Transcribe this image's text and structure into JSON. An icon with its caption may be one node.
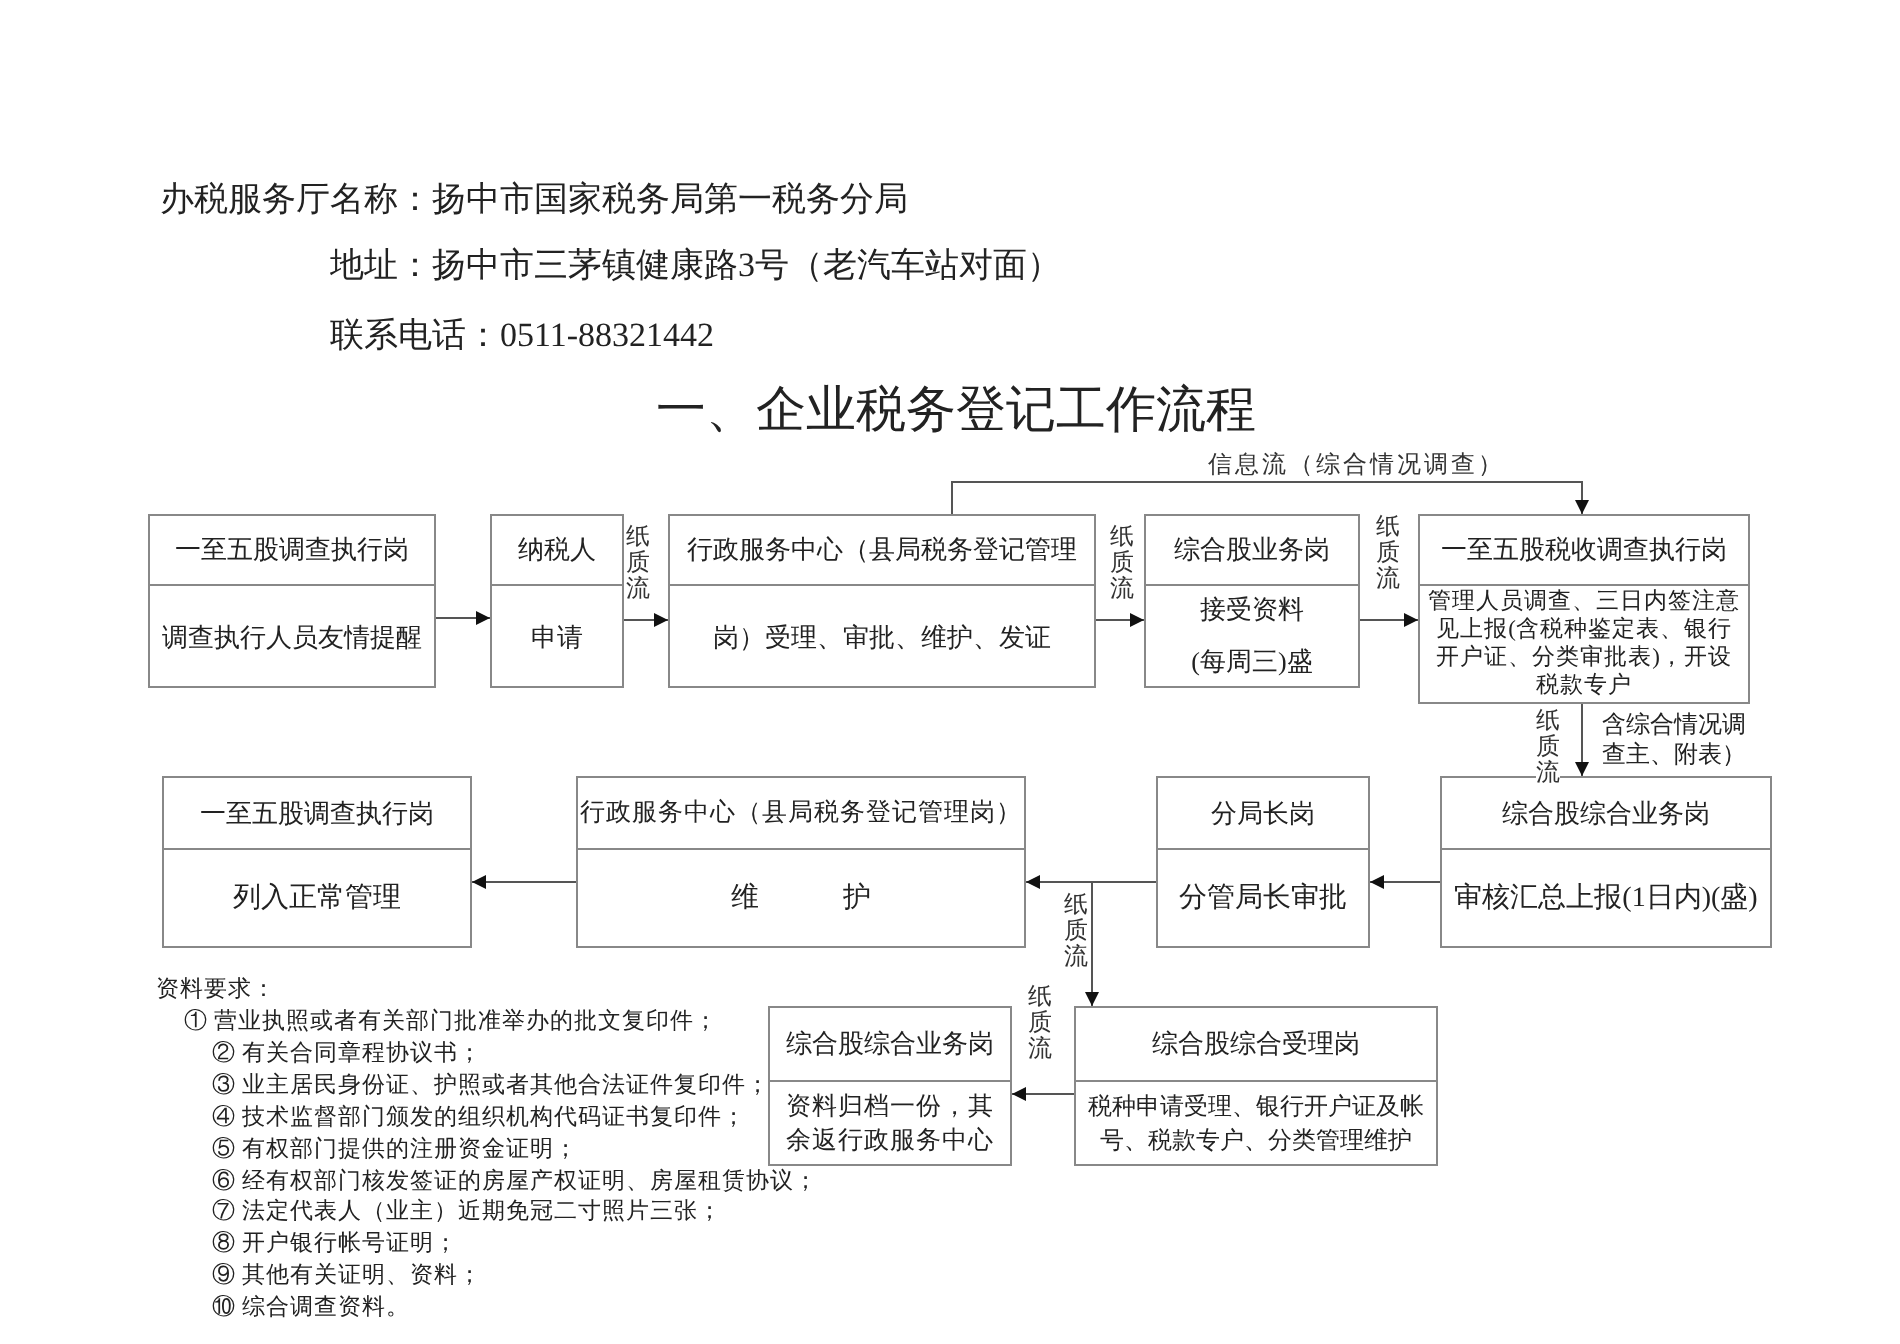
{
  "diagram": {
    "title": "一、企业税务登记工作流程",
    "nodes": [
      {
        "text": [
          "一至五股调查执行岗",
          "调查执行人员友情提醒"
        ]
      },
      {
        "text": [
          "纳税人",
          "申请"
        ]
      },
      {
        "text": [
          "行政服务中心（县局税务登记管理",
          "岗）受理、审批、维护、发证"
        ]
      },
      {
        "text": [
          "综合股业务岗",
          "接受资料(每周三)盛"
        ]
      },
      {
        "text": [
          "一至五股税收调查执行岗",
          "管理人员调查、三日内签注意见上报(含税种鉴定表、银行开户证、分类审批表)，开设税款专户"
        ]
      },
      {
        "text": [
          "一至五股调查执行岗",
          "列入正常管理"
        ]
      },
      {
        "text": [
          "行政服务中心（县局税务登记管理岗）",
          "维　　　护"
        ]
      },
      {
        "text": [
          "分局长岗",
          "分管局长审批"
        ]
      },
      {
        "text": [
          "综合股综合业务岗",
          "审核汇总上报(1日内)(盛)"
        ]
      },
      {
        "text": [
          "综合股综合业务岗",
          "资料归档一份，其余返行政服务中心"
        ]
      },
      {
        "text": [
          "综合股综合受理岗",
          "税种申请受理、银行开户证及帐号、税款专户、分类管理维护"
        ]
      }
    ],
    "edges": [
      {
        "from": 0,
        "to": 1,
        "arrow": "to"
      },
      {
        "from": 1,
        "to": 2,
        "arrow": "to",
        "label": "纸质流"
      },
      {
        "from": 2,
        "to": 3,
        "arrow": "to",
        "label": "纸质流"
      },
      {
        "from": 3,
        "to": 4,
        "arrow": "to",
        "label": "纸质流"
      },
      {
        "from": 2,
        "to": 4,
        "arrow": "to",
        "label": "信息流（综合情况调查）"
      },
      {
        "from": 4,
        "to": 8,
        "arrow": "to",
        "label": "纸质流"
      },
      {
        "from": 8,
        "to": 7,
        "arrow": "to"
      },
      {
        "from": 7,
        "to": 6,
        "arrow": "to"
      },
      {
        "from": 7,
        "to": 10,
        "arrow": "to",
        "label": "纸质流"
      },
      {
        "from": 6,
        "to": 5,
        "arrow": "to"
      },
      {
        "from": 10,
        "to": 9,
        "arrow": "to",
        "label": "纸质流"
      }
    ],
    "labels": [
      "办税服务厅名称：扬中市国家税务局第一税务分局",
      "地址：扬中市三茅镇健康路3号（老汽车站对面）",
      "联系电话：0511-88321442",
      "含综合情况调查主、附表）",
      "资料要求：",
      "① 营业执照或者有关部门批准举办的批文复印件；",
      "② 有关合同章程协议书；",
      "③ 业主居民身份证、护照或者其他合法证件复印件；",
      "④ 技术监督部门颁发的组织机构代码证书复印件；",
      "⑤ 有权部门提供的注册资金证明；",
      "⑥ 经有权部门核发签证的房屋产权证明、房屋租赁协议；",
      "⑦ 法定代表人（业主）近期免冠二寸照片三张；",
      "⑧ 开户银行帐号证明；",
      "⑨ 其他有关证明、资料；",
      "⑩ 综合调查资料。"
    ]
  }
}
